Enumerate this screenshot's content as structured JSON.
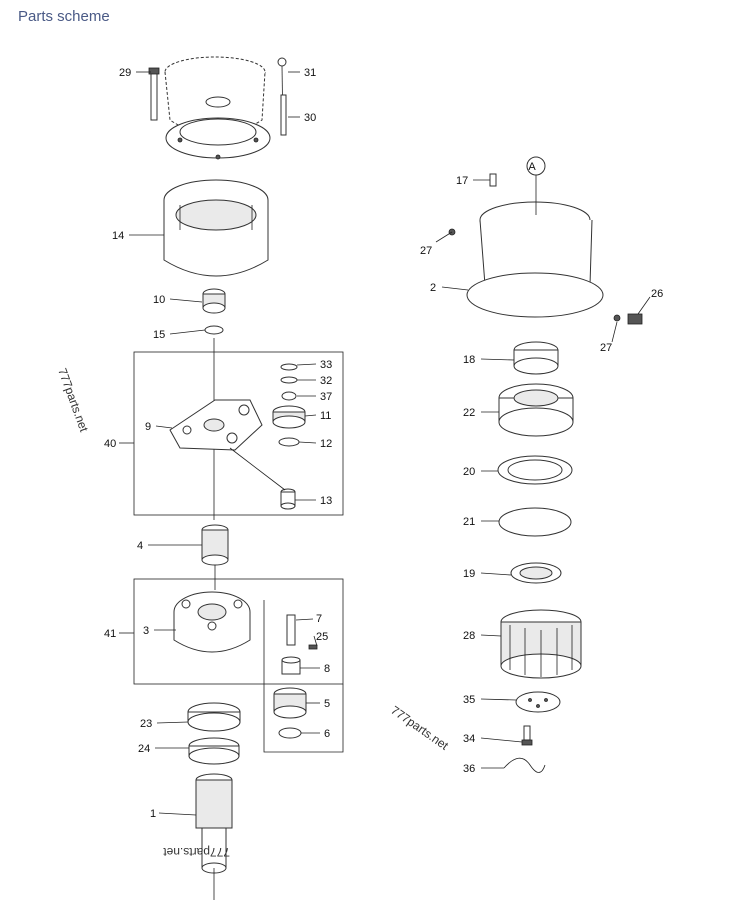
{
  "header": {
    "title": "Parts scheme"
  },
  "watermark": "777parts.net",
  "detail_marker": "A",
  "callouts": [
    "1",
    "2",
    "3",
    "4",
    "5",
    "6",
    "7",
    "8",
    "9",
    "10",
    "11",
    "12",
    "13",
    "14",
    "15",
    "17",
    "18",
    "19",
    "20",
    "21",
    "22",
    "23",
    "24",
    "25",
    "26",
    "27",
    "28",
    "29",
    "30",
    "31",
    "32",
    "33",
    "34",
    "35",
    "36",
    "37",
    "40",
    "41"
  ]
}
